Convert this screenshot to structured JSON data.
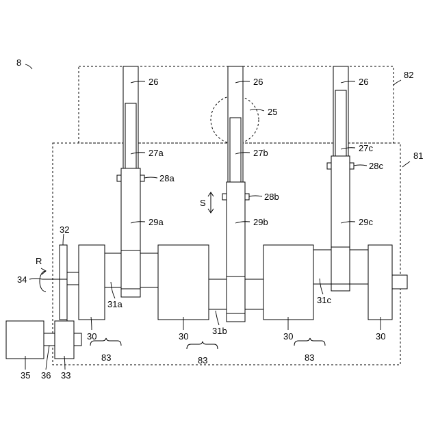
{
  "labels": {
    "assembly": "8",
    "box_upper": "82",
    "box_lower": "81",
    "rod": "26",
    "circle_detail": "25",
    "joint_a": "27a",
    "joint_b": "27b",
    "joint_c": "27c",
    "pin_a": "28a",
    "pin_b": "28b",
    "pin_c": "28c",
    "rod_a": "29a",
    "rod_b": "29b",
    "rod_c": "29c",
    "crank": "30",
    "shaft_a": "31a",
    "shaft_b": "31b",
    "shaft_c": "31c",
    "plate": "32",
    "gearbox": "33",
    "axis": "34",
    "motor": "35",
    "coupling": "36",
    "group": "83",
    "rotation": "R",
    "stroke": "S"
  }
}
